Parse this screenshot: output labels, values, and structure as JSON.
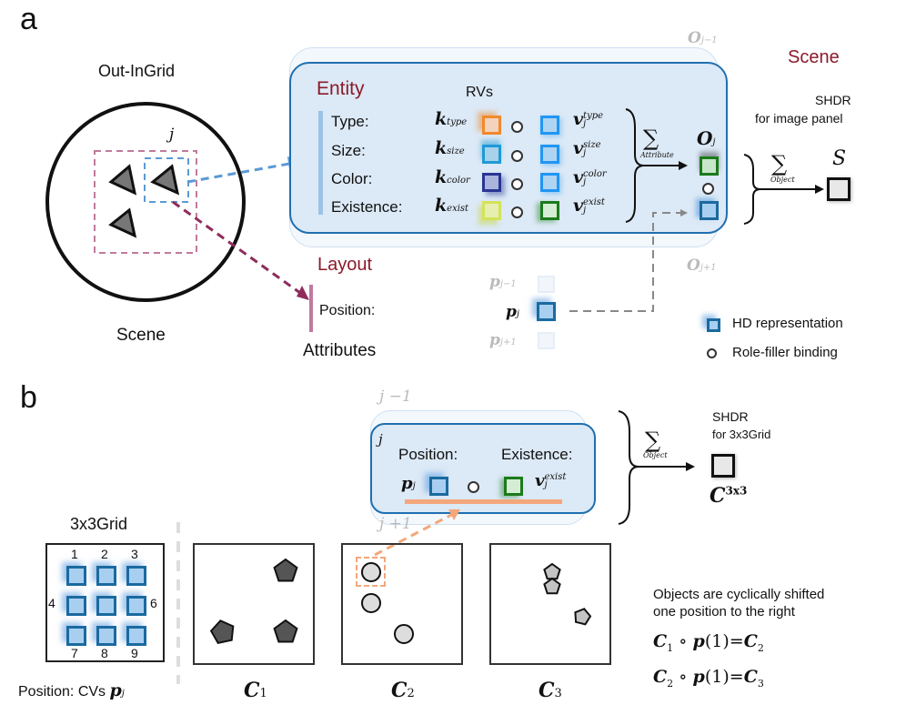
{
  "panel_a": {
    "label": "a",
    "scene_title": "Out-InGrid",
    "scene_caption": "Scene",
    "object_index": "j",
    "entity_heading": "Entity",
    "rvs_heading": "RVs",
    "attributes": [
      {
        "label": "Type:",
        "key": "k",
        "key_sub": "type",
        "value": "v",
        "value_sub": "j",
        "value_sup": "type",
        "key_color": "#f08a2c",
        "value_color": "#2f8fe0"
      },
      {
        "label": "Size:",
        "key": "k",
        "key_sub": "size",
        "value": "v",
        "value_sub": "j",
        "value_sup": "size",
        "key_color": "#1e9ad6",
        "value_color": "#2f8fe0"
      },
      {
        "label": "Color:",
        "key": "k",
        "key_sub": "color",
        "value": "v",
        "value_sub": "j",
        "value_sup": "color",
        "key_color": "#283593",
        "value_color": "#2f8fe0"
      },
      {
        "label": "Existence:",
        "key": "k",
        "key_sub": "exist",
        "value": "v",
        "value_sub": "j",
        "value_sup": "exist",
        "key_color": "#c6d63a",
        "value_color": "#1b7a1b"
      }
    ],
    "sum_attribute_label": "Attribute",
    "object_vec": "O",
    "object_vec_sub": "j",
    "object_prev": "O",
    "object_prev_sub": "j−1",
    "object_next": "O",
    "object_next_sub": "j+1",
    "scene_heading": "Scene",
    "shdr_title": "SHDR",
    "shdr_subtitle": "for image panel",
    "sum_object_label": "Object",
    "scene_vec": "S",
    "layout_heading": "Layout",
    "position_label": "Position:",
    "attributes_caption": "Attributes",
    "pos_prev": "p",
    "pos_prev_sub": "j−1",
    "pos_cur": "p",
    "pos_cur_sub": "j",
    "pos_next": "p",
    "pos_next_sub": "j+1",
    "legend": [
      {
        "icon": "hd-square-icon",
        "label": "HD representation"
      },
      {
        "icon": "binding-circle-icon",
        "label": "Role-filler binding"
      }
    ]
  },
  "panel_b": {
    "label": "b",
    "prev_index": "j −1",
    "next_index": "j +1",
    "card_index": "j",
    "position_label": "Position:",
    "existence_label": "Existence:",
    "pos_vec": "p",
    "pos_vec_sub": "j",
    "exist_vec": "v",
    "exist_vec_sub": "j",
    "exist_vec_sup": "exist",
    "sum_object_label": "Object",
    "shdr_title": "SHDR",
    "shdr_subtitle": "for 3x3Grid",
    "grid_vec": "C",
    "grid_vec_sup": "3x3",
    "grid_title": "3x3Grid",
    "grid_numbers": [
      "1",
      "2",
      "3",
      "4",
      "6",
      "7",
      "8",
      "9"
    ],
    "grid_caption_text": "Position: CVs",
    "grid_caption_vec": "p",
    "grid_caption_sub": "j",
    "panels": [
      {
        "name": "C",
        "sub": "1",
        "shape": "pentagon",
        "fill": "#555555"
      },
      {
        "name": "C",
        "sub": "2",
        "shape": "circle",
        "fill": "#dddddd"
      },
      {
        "name": "C",
        "sub": "3",
        "shape": "pentagon",
        "fill": "#c4c4c4"
      }
    ],
    "note_line1": "Objects are cyclically shifted",
    "note_line2": "one position to the right",
    "equations": [
      {
        "lhs": "C",
        "lhs_sub": "1",
        "op": "∘",
        "p": "p",
        "arg": "(1)",
        "eq": "=",
        "rhs": "C",
        "rhs_sub": "2"
      },
      {
        "lhs": "C",
        "lhs_sub": "2",
        "op": "∘",
        "p": "p",
        "arg": "(1)",
        "eq": "=",
        "rhs": "C",
        "rhs_sub": "3"
      }
    ]
  },
  "colors": {
    "accent_red": "#8b1a2b",
    "entity_fill": "#dce9f6",
    "entity_border": "#1f6fb0",
    "hd_blue": "#1a6aa0",
    "orange": "#f4a77a",
    "layout_pink": "#c07a9e"
  }
}
